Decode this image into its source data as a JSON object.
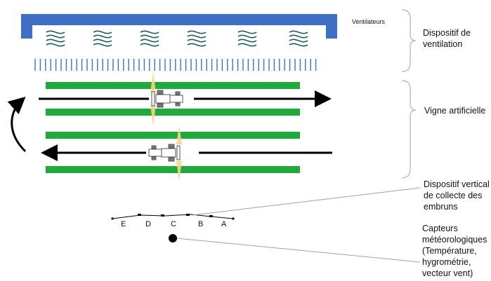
{
  "labels": {
    "fans": "Ventilateurs",
    "ventilation_device": "Dispositif de ventilation",
    "artificial_vine": "Vigne artificielle",
    "vertical_device": "Dispositif vertical de collecte des embruns",
    "weather_sensors": "Capteurs météorologiques (Température, hygrométrie, vecteur vent)"
  },
  "sensor_positions": [
    "E",
    "D",
    "C",
    "B",
    "A"
  ],
  "colors": {
    "fan_frame": "#3f6fc4",
    "vine_rows": "#1fab3c",
    "air_arrows": "#3f6fc4",
    "spray_cone": "#f8d58a",
    "lines": "#000000",
    "brackets": "#b3b3b3"
  }
}
